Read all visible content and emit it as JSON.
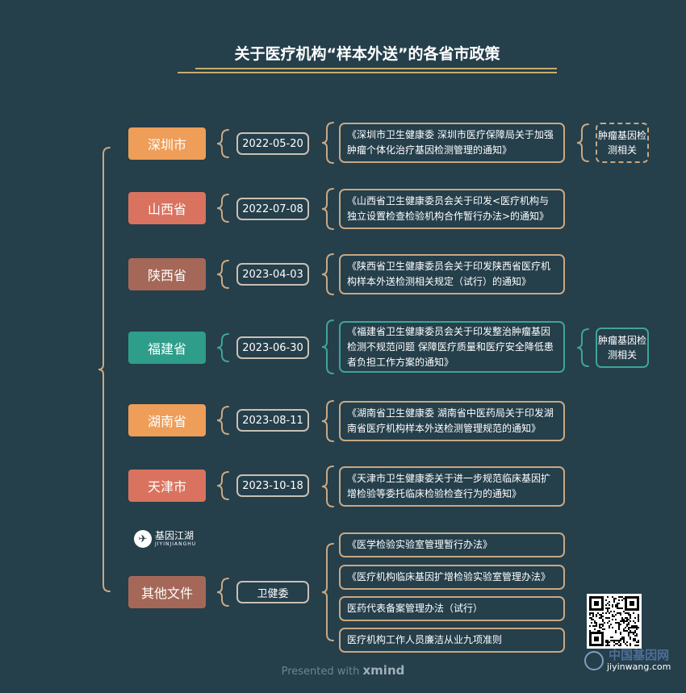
{
  "title": "关于医疗机构“样本外送”的各省市政策",
  "items": [
    {
      "region": "深圳市",
      "date": "2022-05-20",
      "doc": "《深圳市卫生健康委 深圳市医疗保障局关于加强肿瘤个体化治疗基因检测管理的通知》",
      "tag": "肿瘤基因检测相关"
    },
    {
      "region": "山西省",
      "date": "2022-07-08",
      "doc": "《山西省卫生健康委员会关于印发<医疗机构与独立设置检查检验机构合作暂行办法>的通知》"
    },
    {
      "region": "陕西省",
      "date": "2023-04-03",
      "doc": "《陕西省卫生健康委员会关于印发陕西省医疗机构样本外送检测相关规定（试行）的通知》"
    },
    {
      "region": "福建省",
      "date": "2023-06-30",
      "doc": "《福建省卫生健康委员会关于印发整治肿瘤基因检测不规范问题 保障医疗质量和医疗安全降低患者负担工作方案的通知》",
      "tag": "肿瘤基因检测相关"
    },
    {
      "region": "湖南省",
      "date": "2023-08-11",
      "doc": "《湖南省卫生健康委 湖南省中医药局关于印发湖南省医疗机构样本外送检测管理规范的通知》"
    },
    {
      "region": "天津市",
      "date": "2023-10-18",
      "doc": "《天津市卫生健康委关于进一步规范临床基因扩增检验等委托临床检验检查行为的通知》"
    }
  ],
  "others": {
    "region": "其他文件",
    "issuer": "卫健委",
    "docs": [
      "《医学检验实验室管理暂行办法》",
      "《医疗机构临床基因扩增检验实验室管理办法》",
      "医药代表备案管理办法（试行）",
      "医疗机构工作人员廉洁从业九项准则"
    ]
  },
  "logo": {
    "name_cn": "基因江湖",
    "name_en": "JIYINJIANGHU"
  },
  "footer": {
    "prefix": "Presented with",
    "brand": "xmind"
  },
  "watermark": {
    "cn": "中国基因网",
    "url": "jiyinwang.com"
  },
  "colors": {
    "background": "#253f4b",
    "orange": "#ee9e58",
    "coral": "#d9735f",
    "brown": "#a56858",
    "teal": "#2e9d8a",
    "connector": "#c9a883",
    "teal_connector": "#3fa596"
  }
}
